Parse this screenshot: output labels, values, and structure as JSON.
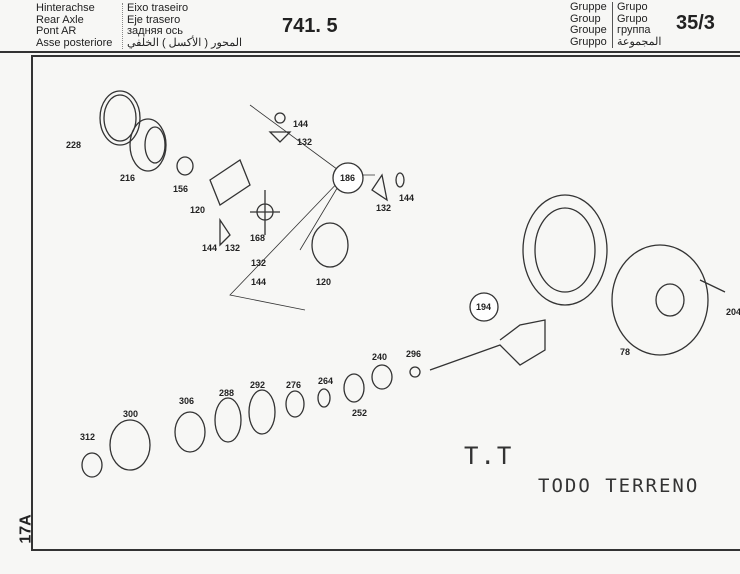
{
  "header": {
    "titles_de_en_fr_it": [
      "Hinterachse",
      "Rear Axle",
      "Pont AR",
      "Asse posteriore"
    ],
    "titles_pt_es_ru_ar": [
      "Eixo traseiro",
      "Eje trasero",
      "задняя ось",
      "المحور ( الأكسل ) الخلفي"
    ],
    "code": "741. 5",
    "group_labels_left": [
      "Gruppe",
      "Group",
      "Groupe",
      "Gruppo"
    ],
    "group_labels_right": [
      "Grupo",
      "Grupo",
      "группа",
      "المجموعة"
    ],
    "group_number": "35/3"
  },
  "parts": [
    "228",
    "216",
    "156",
    "120",
    "144",
    "132",
    "186",
    "132",
    "144",
    "168",
    "144",
    "132",
    "132",
    "144",
    "120",
    "194",
    "78",
    "204",
    "296",
    "240",
    "264",
    "276",
    "292",
    "288",
    "306",
    "300",
    "252",
    "312"
  ],
  "stamp": {
    "line1": "T.T",
    "line2": "TODO TERRENO"
  },
  "page_ref": "17A"
}
